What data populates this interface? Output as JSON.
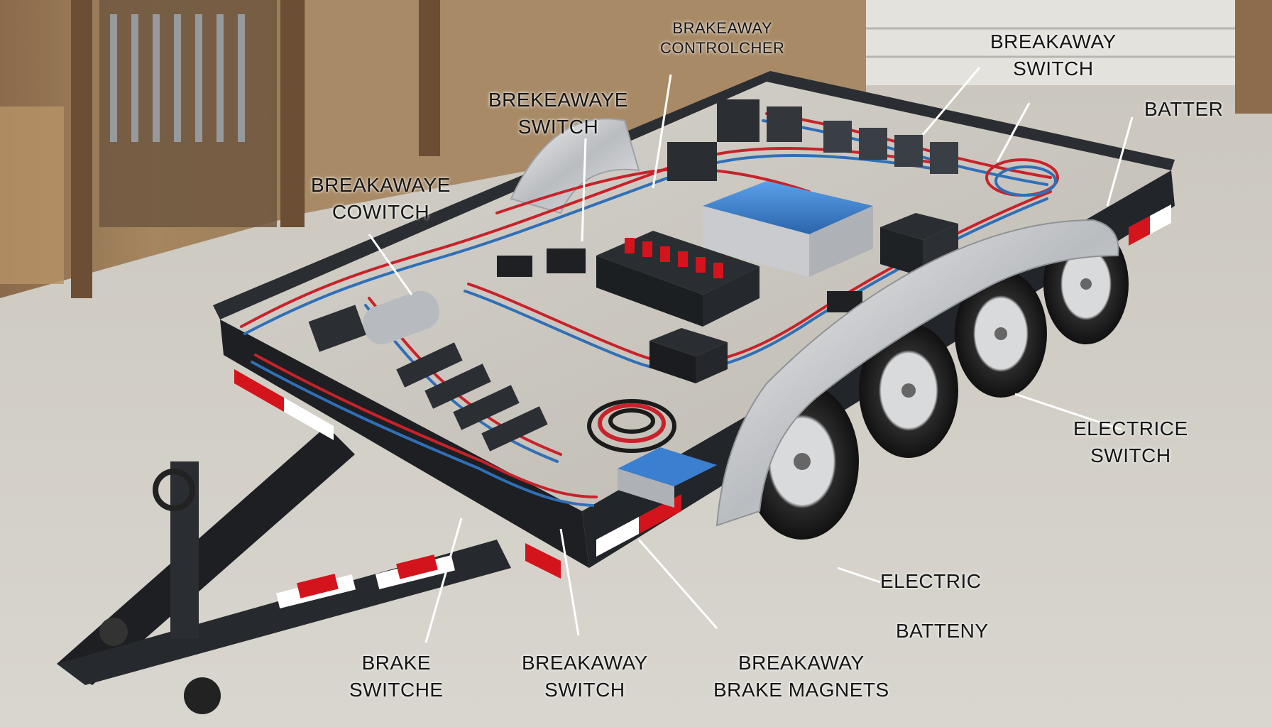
{
  "labels": {
    "top_center": {
      "line1": "BRAKEAWAY",
      "line2": "CONTROLCHER"
    },
    "top_right_switch": {
      "line1": "BREAKAWAY",
      "line2": "SWITCH"
    },
    "batter": {
      "line1": "BATTER"
    },
    "upper_left_switch": {
      "line1": "BREKEAWAYE",
      "line2": "SWITCH"
    },
    "left_switch": {
      "line1": "BREAKAWAYE",
      "line2": "COWITCH"
    },
    "electrice_switch": {
      "line1": "ELECTRICE",
      "line2": "SWITCH"
    },
    "electric": {
      "line1": "ELECTRIC"
    },
    "battery": {
      "line1": "BATTENY"
    },
    "brake_switch": {
      "line1": "BRAKE",
      "line2": "SWITCHE"
    },
    "breakaway_switch_bottom": {
      "line1": "BREAKAWAY",
      "line2": "SWITCH"
    },
    "breakaway_magnets": {
      "line1": "BREAKAWAY",
      "line2": "BRAKE MAGNETS"
    }
  },
  "colors": {
    "wire_red": "#c8222a",
    "wire_blue": "#2f6fb8",
    "frame_black": "#1d1f22",
    "battery_blue": "#3b7fd0",
    "reflector_red": "#d4141c"
  }
}
